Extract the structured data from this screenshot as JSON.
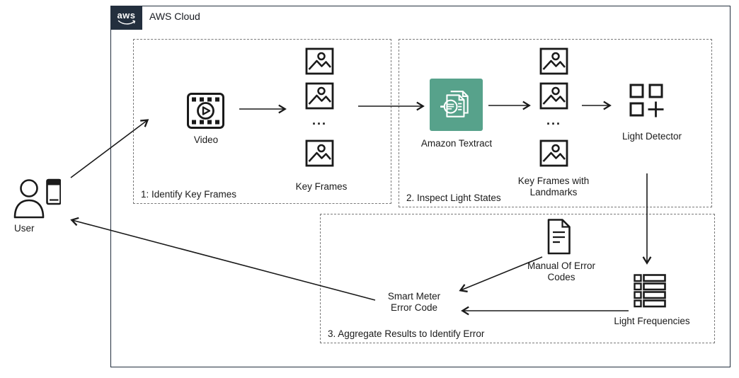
{
  "colors": {
    "aws_dark": "#232F3E",
    "textract_teal": "#57A28B",
    "ink": "#1A1A1A",
    "dashed": "#7A7A7A",
    "background": "#FFFFFF"
  },
  "header": {
    "logo_text": "aws",
    "title": "AWS Cloud"
  },
  "user": {
    "label": "User"
  },
  "groups": [
    {
      "label": "1: Identify Key Frames"
    },
    {
      "label": "2. Inspect Light States"
    },
    {
      "label": "3. Aggregate Results to Identify Error"
    }
  ],
  "nodes": {
    "video": {
      "label": "Video"
    },
    "key_frames": {
      "label": "Key Frames",
      "ellipsis": "..."
    },
    "amazon_textract": {
      "label": "Amazon Textract"
    },
    "key_frames_landmarks": {
      "label": "Key Frames with Landmarks",
      "ellipsis": "..."
    },
    "light_detector": {
      "label": "Light Detector"
    },
    "manual_of_error_codes": {
      "label": "Manual Of Error Codes"
    },
    "light_frequencies": {
      "label": "Light Frequencies"
    },
    "smart_meter_error_code": {
      "label": "Smart Meter Error Code"
    }
  }
}
